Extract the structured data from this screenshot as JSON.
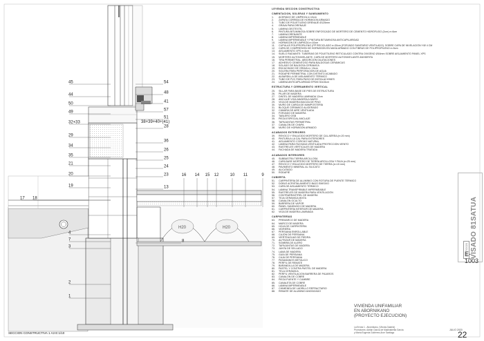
{
  "drawing_title": "SECCION CONSTRUCTIVA 1",
  "drawing_scale": "A3 E:1/10",
  "legend_title": "LEYENDA SECCION CONSTRUCTIVA",
  "legend_sections": [
    {
      "title": "CIMENTACION, SOLERAS Y SANEAMIENTO",
      "items": [
        "ACERADO DE LIMPIEZA e=10cm",
        "ZAPATA CORRIDA DE HORMIGON ARMADO",
        "TUBO DE POLIETILENO DRENAJE Ø125mm",
        "GRAVA PARA DRENAJE",
        "LÁMINA GEOTEXTIL",
        "PINTURA BITUMINOSA SOBRE ENFOSCADO DE MORTERO DE CEMENTO HIDRÓFUGO (2cm) e=6cm",
        "LÁMINA DRENANTE",
        "LÁMINA IMPERMEABLE",
        "LÁMINA IMPERMEABLE Y PINTURA BITUMINOSA ANTICAPILARIDAD",
        "HORMIGÓN DE LIMPIEZA e=10cm",
        "CUPULAS POLIPROPILENO (PP RECICLADO e=30cm (FORJADO SANITARIO VENTILADO). SOBRE CAPA DE NIVELACIÓN Y/Ø 4 CM.",
        "CAPA DE COMPRESIÓN DE HORMIGÓN EN MASA ARMADO CON FIBRAS DE POLIPROPILENO e=5cm",
        "AISLAMIENTO XPS e=4cm",
        "SUELO RADIANTE: TUBERÍAS DE POLIETILENO RETICULADO CONTRA OXIGENO Ø16mm SOBRE AISLAMIENTO PANEL XPS",
        "MORTERO AUTONIVELANTE. CAPA DE MORTERO AUTONIVELANTE ANHIDRITA",
        "TIRA PERIMETRAL. ABSORCIÓN DILATACIONES",
        "ADHESIVO CEMENTOSO PARA BALDOSAS CERÁMICAS",
        "SOLADO DE BALDOSA CERÁMICA",
        "ENCACHADO DE GRAVA e= 15cm",
        "SOLERA PARA PERFORACIÓN DE AGUA",
        "RODAPIÉ PERIMETRAL CON DISTINTO ACABADO",
        "ALBARDILLA DE AISLAMIENTO TÉRMICO",
        "TUBO DE PVC PARA PASO DE INSTALACIONES",
        "LÁMINA ANTICAPILARIDAD EPDM 30x15cm"
      ]
    },
    {
      "title": "ESTRUCTURA Y CERRAMIENTO VERTICAL",
      "items": [
        "SILLAR PARA BASE DE PIES DE ESTRUCTURA",
        "PILAR DE MADERA",
        "DINTEL DE MADERA LAMINADA 12cm",
        "ANCLAJE VIGA MADERA A MURO",
        "VIGA DE MADERA MACIZA DE PINO",
        "MURO DE CARGA DE MAMPOSTERÍA",
        "BLOQUE CERÁMICO ALIGERADO",
        "CÁMARA DE AIRE VENTILADA",
        "FORJADO DE MADERA",
        "TABLERO OSB",
        "PIEZA ESPECIAL ANCLAJE",
        "TAPAJUNTAS PERIMETRAL",
        "CANALÓN DE CHAPA",
        "MURO DE HORMIGÓN ARMADO"
      ]
    },
    {
      "title": "ACABADOS EXTERIORES",
      "items": [
        "REVOCO Y ENLUCIDO MORTERO DE CAL AÉREA (e=20 mm)",
        "PINTURA A LA CAL PARA EXTERIORES",
        "AISLAMIENTO CORCHO NATURAL",
        "LÁMINA PARA FACHADA VENTILADA PROTECCIÓN VIENTO",
        "RASTRELES VERTICALES DE MADERA",
        "FACHADA DE MADERA TRATADA"
      ]
    },
    {
      "title": "ACABADOS INTERIORES",
      "items": [
        "SUBBASTRA TIERRA ARCILLOSA",
        "CAPA BASE MORTERO DE TIERRA ARCILLOSA Y PAJA (e=25 mm)",
        "REVOCO Y ENLUCIDO MORTERO DE TIERRA (e=15 mm)",
        "PAVIMENTO MINERAL AL SILICATO",
        "ALICATADO",
        "RODAPIÉ"
      ]
    },
    {
      "title": "CUBIERTA",
      "items": [
        "CARPINTERÍA DE ALUMINIO CON ROTURA DE PUENTE TÉRMICO",
        "DOBLE ACRISTALAMIENTO BAJO EMISIVO",
        "CAPA DE AISLAMIENTO TÉRMICO",
        "LÁMINA TRANSPIRABLE IMPERMEABLE",
        "RASTRELES DE MADERA PARA VENTILACIÓN",
        "CONTRARRASTREL DE MADERA",
        "TEJA CERÁMICA MIXTA",
        "CANALÓN OCULTO",
        "BARRERA DE VAPOR",
        "PANEL SANDWICH DE MADERA",
        "CARPINTERÍA INTERIOR DE MADERA",
        "VIGA DE MADERA LAMINADA"
      ]
    },
    {
      "title": "CARPINTERÍAS",
      "items": [
        "PREMARCO DE MADERA",
        "MARCO DE MADERA",
        "HOJA DE CARPINTERÍA",
        "VIDRIERA",
        "PERSIANA ENROLLABLE",
        "CAJÓN DE PERSIANA",
        "VIERTEAGUAS DE PIEDRA",
        "ALFÉIZAR DE MADERA",
        "SOMBRA DE ALERO",
        "TAPAJUNTAS DE MADERA",
        "JUNTA DE SELLADO",
        "LAMA DE MADERA",
        "GUÍA DE PERSIANA",
        "CAJA DE PERSIANA",
        "PASAMANOS METÁLICO",
        "PERFIL DE REMATE",
        "BARANDILLA DE MADERA",
        "PASTEL Y CONTRA PASTEL DE MADERA",
        "TELA CERÁMICA",
        "PERFIL VENTILACIÓN BARRERA DE PÁJAROS",
        "CANALÓN DE COBRE",
        "PIEZA PUENTE Y CUMBRE",
        "CANALETA DE COBRE",
        "LÁMINA IMPERMEABLE",
        "CHIMENEA DE LADRILLO REFRACTARIO",
        "REMATE DE ALUMINIO ANODIZADO"
      ]
    }
  ],
  "project_title": [
    "VIVIENDA UNIFAMILIAR",
    "EN ABORNIKANO",
    "(PROYECTO EJECUCION)"
  ],
  "project_location": "La Errota 1 - Abornikano, (Vitoria-Gasteiz)",
  "project_promoter": "Promotores: Adrián García de Madinabeitia García",
  "project_promoter2": "y María Eugenia Gutiérrez-Arce Santiago",
  "sheet_date": "JULIO 2020",
  "sheet_number": "22",
  "sheet_code": "E-1003",
  "stamp_big": "VISADO 81SATUA",
  "stamp_date": "24/07/2020",
  "detail_labels": [
    "45",
    "54",
    "44",
    "50",
    "49",
    "32+33",
    "29",
    "34",
    "35",
    "21",
    "20",
    "19",
    "17",
    "18",
    "4",
    "7",
    "3",
    "2",
    "1",
    "48",
    "41",
    "57",
    "51",
    "28",
    "36",
    "26",
    "25",
    "24",
    "23",
    "13",
    "14",
    "15",
    "12",
    "16",
    "10",
    "11",
    "9",
    "8"
  ],
  "label_combo": "38+39+40+(41)",
  "cupula_label": "H20"
}
